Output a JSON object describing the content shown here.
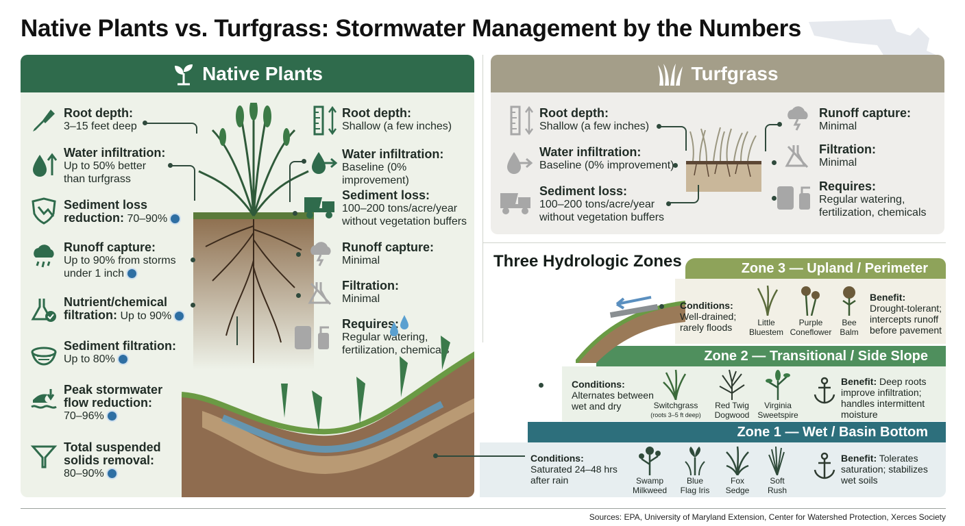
{
  "title": "Native Plants vs. Turfgrass: Stormwater Management by the Numbers",
  "colors": {
    "native_green": "#2f6b4c",
    "turf_tan": "#a49e89",
    "zone3": "#8ea35a",
    "zone2": "#4f8f5d",
    "zone1": "#2d6f7c",
    "badge_blue": "#2e6fa3"
  },
  "native": {
    "header": "Native Plants",
    "left_stats": [
      {
        "label": "Root depth:",
        "value": "3–15 feet deep",
        "icon": "shovel-icon"
      },
      {
        "label": "Water infiltration:",
        "value_line1": "Up to 50% better",
        "value_line2": "than turfgrass",
        "icon": "water-drop-arrow-icon"
      },
      {
        "label": "Sediment loss",
        "label_line2": "reduction:",
        "value": "70–90%",
        "icon": "shield-down-icon"
      },
      {
        "label": "Runoff capture:",
        "value_line1": "Up to 90% from storms",
        "value_line2": "under 1 inch",
        "icon": "rain-cloud-icon"
      },
      {
        "label": "Nutrient/chemical",
        "label_line2": "filtration:",
        "value": "Up to 90%",
        "icon": "flask-check-icon"
      },
      {
        "label": "Sediment filtration:",
        "value": "Up to 80%",
        "icon": "sieve-icon"
      },
      {
        "label": "Peak stormwater",
        "label_line2": "flow reduction:",
        "value": "70–96%",
        "icon": "flood-wave-icon"
      },
      {
        "label": "Total suspended",
        "label_line2": "solids removal:",
        "value": "80–90%",
        "icon": "funnel-icon"
      }
    ],
    "right_stats": [
      {
        "label": "Root depth:",
        "value": "Shallow (a few inches)",
        "icon": "ruler-icon"
      },
      {
        "label": "Water infiltration:",
        "value": "Baseline (0% improvement)",
        "icon": "drop-arrow-icon"
      },
      {
        "label": "Sediment loss:",
        "value_line1": "100–200 tons/acre/year",
        "value_line2": "without vegetation buffers",
        "icon": "dump-truck-icon"
      },
      {
        "label": "Runoff capture:",
        "value": "Minimal",
        "icon": "storm-cloud-icon"
      },
      {
        "label": "Filtration:",
        "value": "Minimal",
        "icon": "flask-x-icon"
      },
      {
        "label": "Requires:",
        "value_line1": "Regular watering,",
        "value_line2": "fertilization, chemicals",
        "icon": "fertilizer-spray-icon"
      }
    ]
  },
  "turf": {
    "header": "Turfgrass",
    "left_stats": [
      {
        "label": "Root depth:",
        "value": "Shallow (a few inches)",
        "icon": "ruler-icon"
      },
      {
        "label": "Water infiltration:",
        "value": "Baseline (0% improvement)",
        "icon": "drop-arrow-icon"
      },
      {
        "label": "Sediment loss:",
        "value_line1": "100–200 tons/acre/year",
        "value_line2": "without vegetation buffers",
        "icon": "dump-truck-icon"
      }
    ],
    "right_stats": [
      {
        "label": "Runoff capture:",
        "value": "Minimal",
        "icon": "storm-cloud-icon"
      },
      {
        "label": "Filtration:",
        "value": "Minimal",
        "icon": "flask-x-icon"
      },
      {
        "label": "Requires:",
        "value_line1": "Regular watering,",
        "value_line2": "fertilization, chemicals",
        "icon": "fertilizer-spray-icon"
      }
    ]
  },
  "zones": {
    "title": "Three Hydrologic Zones",
    "zone3": {
      "band": "Zone 3 — Upland / Perimeter",
      "conditions_label": "Conditions:",
      "conditions_line1": "Well-drained;",
      "conditions_line2": "rarely floods",
      "plants": [
        {
          "line1": "Little",
          "line2": "Bluestem"
        },
        {
          "line1": "Purple",
          "line2": "Coneflower"
        },
        {
          "line1": "Bee",
          "line2": "Balm"
        }
      ],
      "benefit_label": "Benefit:",
      "benefit_line1": "Drought-tolerant;",
      "benefit_line2": "intercepts runoff",
      "benefit_line3": "before pavement"
    },
    "zone2": {
      "band": "Zone 2 — Transitional / Side Slope",
      "conditions_label": "Conditions:",
      "conditions_line1": "Alternates between",
      "conditions_line2": "wet and dry",
      "plants": [
        {
          "line1": "Switchgrass",
          "line2": "(roots 3–5 ft deep)"
        },
        {
          "line1": "Red Twig",
          "line2": "Dogwood"
        },
        {
          "line1": "Virginia",
          "line2": "Sweetspire"
        }
      ],
      "benefit_label": "Benefit:",
      "benefit_line1": " Deep roots",
      "benefit_line2": "improve infiltration;",
      "benefit_line3": "handles intermittent",
      "benefit_line4": "moisture"
    },
    "zone1": {
      "band": "Zone 1 — Wet / Basin Bottom",
      "conditions_label": "Conditions:",
      "conditions_line1": "Saturated 24–48 hrs",
      "conditions_line2": "after rain",
      "plants": [
        {
          "line1": "Swamp",
          "line2": "Milkweed"
        },
        {
          "line1": "Blue",
          "line2": "Flag Iris"
        },
        {
          "line1": "Fox",
          "line2": "Sedge"
        },
        {
          "line1": "Soft",
          "line2": "Rush"
        }
      ],
      "benefit_label": "Benefit:",
      "benefit_line1": " Tolerates",
      "benefit_line2": "saturation; stabilizes",
      "benefit_line3": "wet soils"
    }
  },
  "sources": "Sources: EPA, University of Maryland Extension, Center for Watershed Protection, Xerces Society"
}
